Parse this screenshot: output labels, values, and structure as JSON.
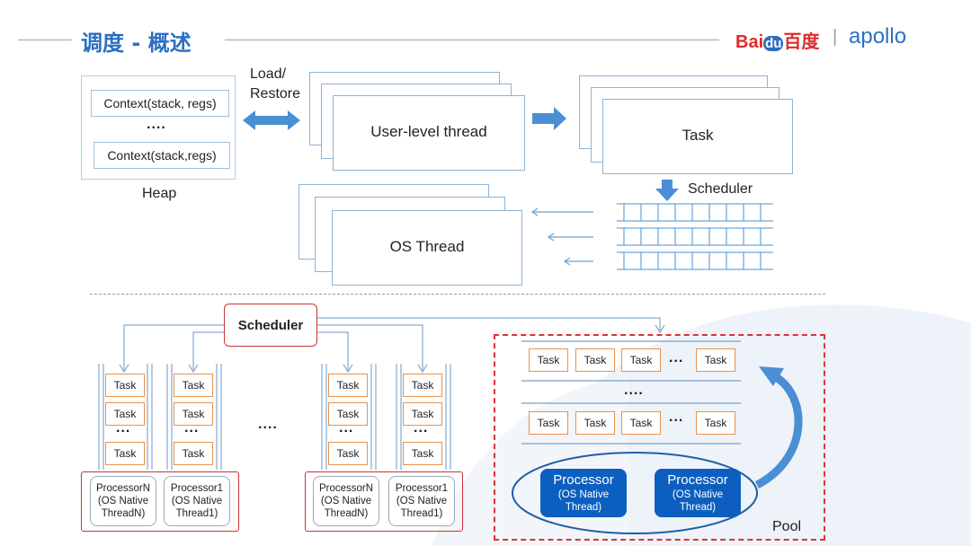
{
  "header": {
    "title": "调度 - 概述",
    "brand_baidu_a": "Bai",
    "brand_baidu_b": "du",
    "brand_baidu_c": "百度",
    "brand_sep": "|",
    "brand_apollo": "apollo"
  },
  "top": {
    "heap": {
      "ctx1": "Context(stack, regs)",
      "dots": "....",
      "ctx2": "Context(stack,regs)",
      "label": "Heap"
    },
    "load_restore": [
      "Load/",
      "Restore"
    ],
    "user_thread": "User-level thread",
    "task": "Task",
    "scheduler": "Scheduler",
    "os_thread": "OS Thread"
  },
  "bottom": {
    "scheduler": "Scheduler",
    "task": "Task",
    "dots": "...",
    "middle_dots": "....",
    "procN": [
      "ProcessorN",
      "(OS Native",
      "ThreadN)"
    ],
    "proc1": [
      "Processor1",
      "(OS Native",
      "Thread1)"
    ],
    "pool": {
      "task": "Task",
      "dots": "...",
      "middle_dots": "....",
      "processor_title": "Processor",
      "processor_sub": [
        "(OS Native",
        "Thread)"
      ],
      "label": "Pool"
    }
  },
  "colors": {
    "accent_blue": "#2b6fc2",
    "arrow_blue": "#4a8fd4",
    "task_orange": "#e8924a",
    "red": "#cc3333",
    "proc_blue": "#0d5fbf",
    "baidu_red": "#e02b2b"
  }
}
